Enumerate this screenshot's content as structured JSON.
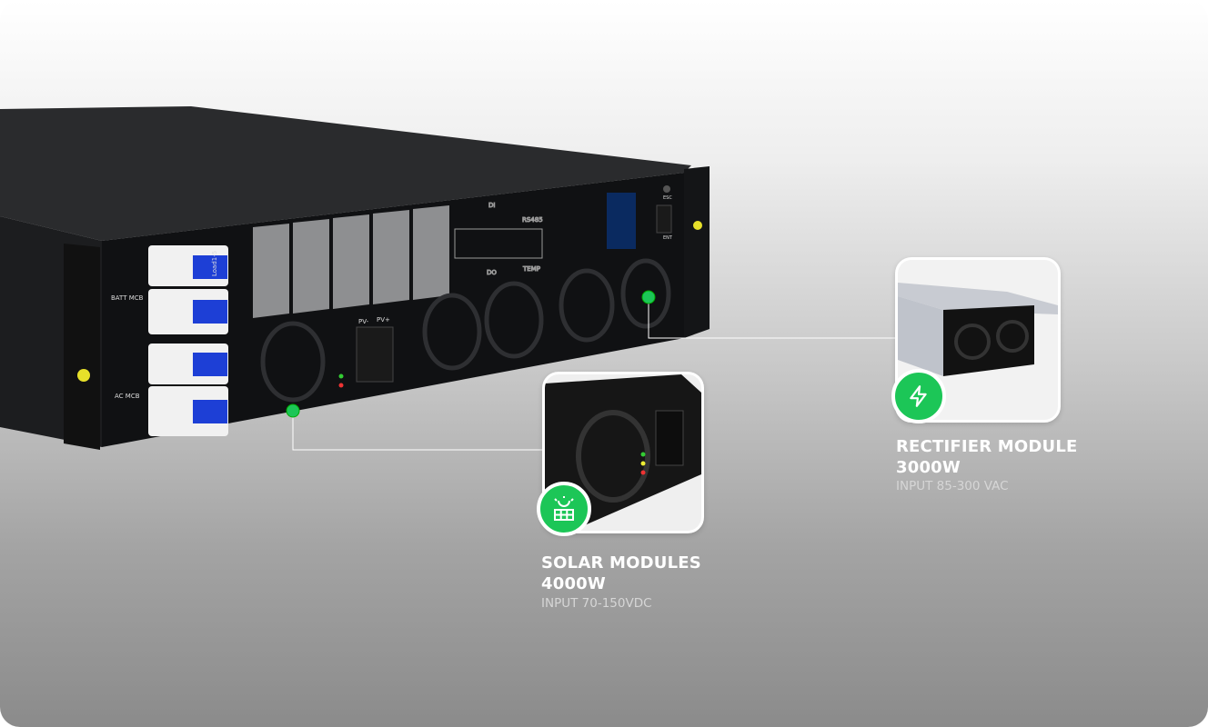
{
  "device": {
    "labels": {
      "batt_mcb": "BATT MCB",
      "ac_mcb": "AC MCB",
      "load": "Load1-5",
      "di": "DI",
      "rs485": "RS485",
      "do": "DO",
      "temp": "TEMP",
      "pv_minus": "PV-",
      "pv_plus": "PV+",
      "esc": "ESC",
      "ent": "ENT"
    }
  },
  "callouts": [
    {
      "title": "SOLAR MODULES",
      "power": "4000W",
      "input": "INPUT 70-150VDC",
      "icon": "solar-panel-icon"
    },
    {
      "title": "RECTIFIER MODULE",
      "power": "3000W",
      "input": "INPUT 85-300 VAC",
      "icon": "lightning-bolt-icon"
    }
  ],
  "colors": {
    "accent": "#1cc657"
  }
}
